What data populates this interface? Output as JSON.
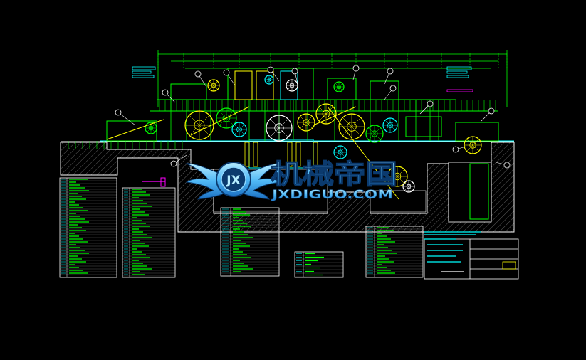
{
  "watermark": {
    "title": "机械帝国",
    "url": "JXDIGUO.COM",
    "badge": "JX"
  },
  "colors": {
    "background": "#000000",
    "cad_green": "#00ff00",
    "cad_yellow": "#ffff00",
    "cad_cyan": "#00ffff",
    "cad_white": "#ffffff",
    "cad_magenta": "#ff00ff",
    "cad_blue": "#3a6cff",
    "watermark_fill": "#5ec6ff",
    "watermark_dark": "#0b3a6e"
  }
}
